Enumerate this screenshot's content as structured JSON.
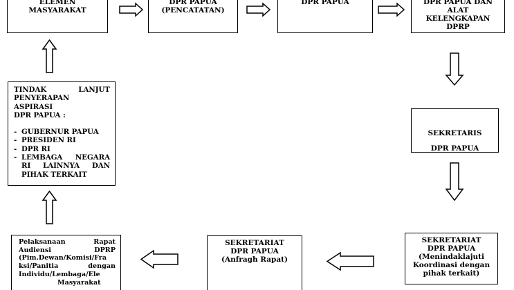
{
  "boxes": {
    "elemen": {
      "lines": [
        "ELEMEN",
        "MASYARAKAT"
      ]
    },
    "pencatatan": {
      "lines": [
        "DPR PAPUA",
        "(PENCATATAN)"
      ]
    },
    "dpr": {
      "lines": [
        "DPR PAPUA"
      ]
    },
    "alat": {
      "lines": [
        "DPR PAPUA DAN",
        "ALAT",
        "KELENGKAPAN",
        "DPRP"
      ]
    },
    "sekretaris": {
      "lines": [
        "SEKRETARIS",
        "DPR PAPUA"
      ]
    },
    "koordinasi": {
      "lines": [
        "SEKRETARIAT",
        "DPR PAPUA",
        "(Menindaklajuti",
        "Koordinasi dengan",
        "pihak terkait)"
      ]
    },
    "anfragh": {
      "lines": [
        "SEKRETARIAT",
        "DPR PAPUA",
        "(Anfragh Rapat)"
      ]
    },
    "rapat": {
      "lines": [
        "Pelaksanaan Rapat",
        "Audiensi DPRP",
        "(Pim.Dewan/Komisi/Fra",
        "ksi/Panitia dengan",
        "Individu/Lembaga/Ele",
        "Masyarakat"
      ]
    },
    "tindak": {
      "heading": [
        "TINDAK LANJUT",
        "PENYERAPAN ASPIRASI",
        "DPR PAPUA :"
      ],
      "items": [
        "GUBERNUR PAPUA",
        "PRESIDEN RI",
        "DPR RI",
        "LEMBAGA NEGARA RI LAINNYA DAN PIHAK TERKAIT"
      ]
    }
  }
}
